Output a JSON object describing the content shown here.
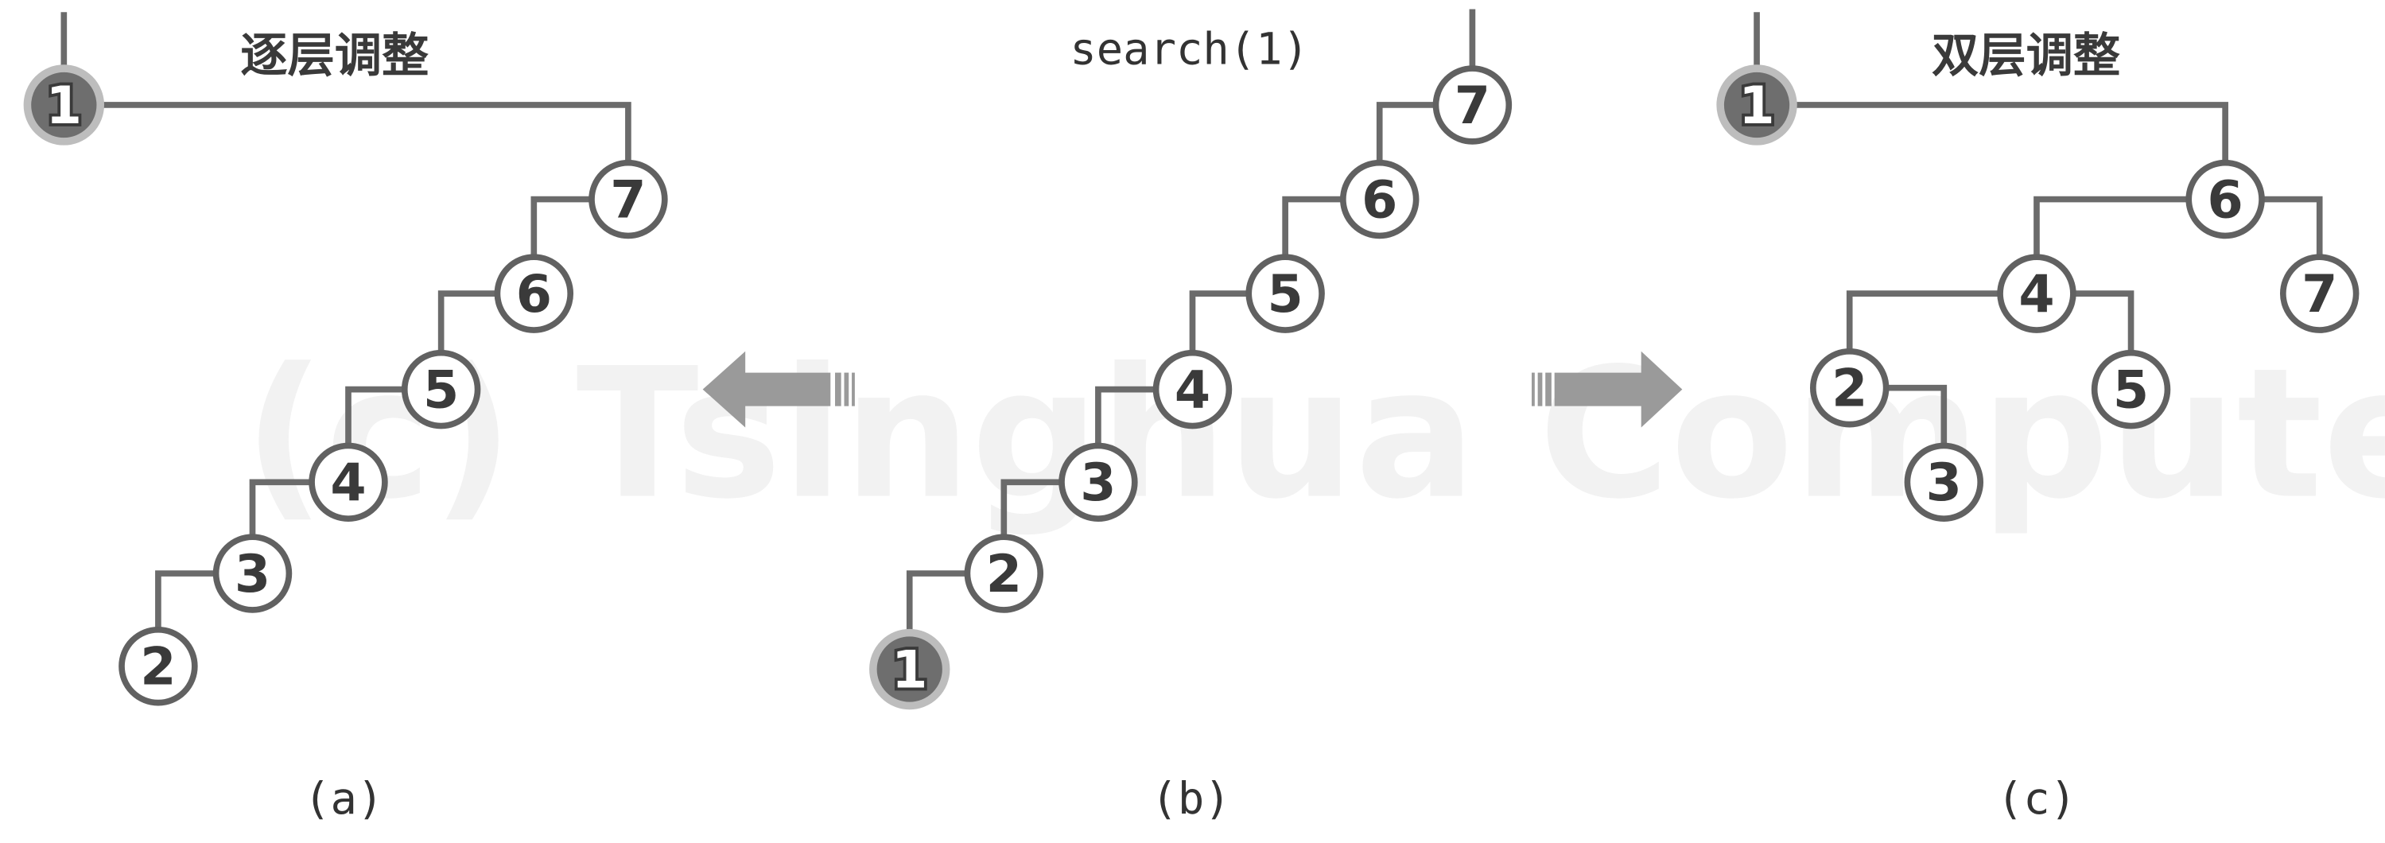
{
  "watermark": "(c) Tsinghua Computer",
  "panels": [
    {
      "id": "a",
      "title": "逐层调整",
      "caption": "(a)",
      "highlight": "1",
      "nodes": [
        {
          "label": "1"
        },
        {
          "label": "7"
        },
        {
          "label": "6"
        },
        {
          "label": "5"
        },
        {
          "label": "4"
        },
        {
          "label": "3"
        },
        {
          "label": "2"
        }
      ]
    },
    {
      "id": "b",
      "title": "search(1)",
      "caption": "(b)",
      "highlight": "1",
      "nodes": [
        {
          "label": "7"
        },
        {
          "label": "6"
        },
        {
          "label": "5"
        },
        {
          "label": "4"
        },
        {
          "label": "3"
        },
        {
          "label": "2"
        },
        {
          "label": "1"
        }
      ]
    },
    {
      "id": "c",
      "title": "双层调整",
      "caption": "(c)",
      "highlight": "1",
      "nodes": [
        {
          "label": "1"
        },
        {
          "label": "6"
        },
        {
          "label": "4"
        },
        {
          "label": "7"
        },
        {
          "label": "2"
        },
        {
          "label": "5"
        },
        {
          "label": "3"
        }
      ]
    }
  ],
  "arrows": [
    {
      "direction": "left",
      "from": "b",
      "to": "a"
    },
    {
      "direction": "right",
      "from": "b",
      "to": "c"
    }
  ],
  "colors": {
    "edge": "#6b6b6b",
    "node_ring": "#616161",
    "highlight_fill": "#6e6e6e",
    "highlight_ring": "#bdbdbd",
    "arrow": "#9a9a9a"
  }
}
